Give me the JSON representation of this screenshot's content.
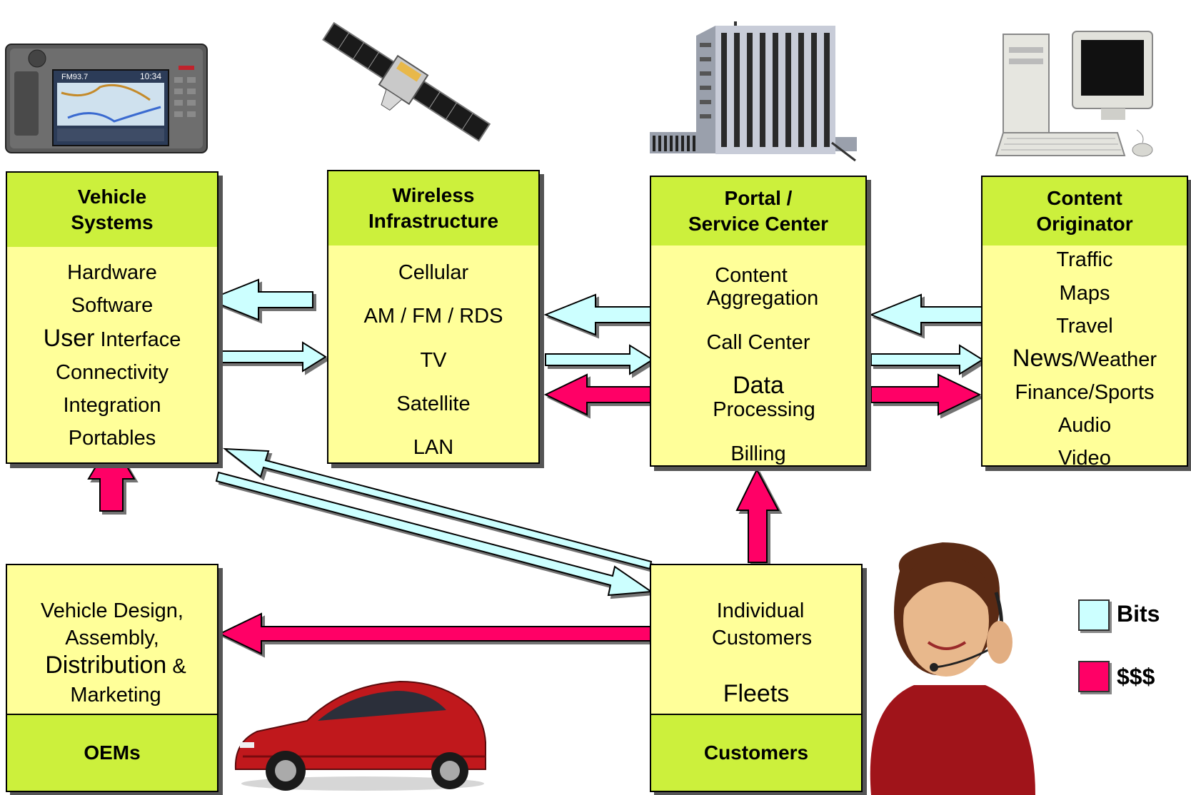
{
  "colors": {
    "bits": "#ccffff",
    "money": "#ff0066",
    "header": "#ccf03c",
    "body": "#ffff99"
  },
  "boxes": {
    "vehicle": {
      "title_line1": "Vehicle",
      "title_line2": "Systems",
      "items": [
        "Hardware",
        "Software",
        "User",
        "Interface",
        "Connectivity",
        "Integration",
        "Portables"
      ]
    },
    "wireless": {
      "title_line1": "Wireless",
      "title_line2": "Infrastructure",
      "items": [
        "Cellular",
        "AM / FM / RDS",
        "TV",
        "Satellite",
        "LAN"
      ]
    },
    "portal": {
      "title_line1": "Portal /",
      "title_line2": "Service Center",
      "items": [
        "Content",
        "Aggregation",
        "Call Center",
        "Data",
        "Processing",
        "Billing"
      ]
    },
    "content": {
      "title_line1": "Content",
      "title_line2": "Originator",
      "items": [
        "Traffic",
        "Maps",
        "Travel",
        "News",
        "/Weather",
        "Finance/Sports",
        "Audio",
        "Video"
      ]
    },
    "oems": {
      "items": [
        "Vehicle Design,",
        "Assembly,",
        "Distribution",
        " &",
        "Marketing"
      ],
      "footer": "OEMs"
    },
    "customers": {
      "items": [
        "Individual",
        "Customers",
        "Fleets"
      ],
      "footer": "Customers"
    }
  },
  "legend": {
    "bits": "Bits",
    "money": "$$$"
  },
  "icons": [
    "car-radio-navigation-icon",
    "satellite-icon",
    "office-building-icon",
    "desktop-computer-icon",
    "red-car-icon",
    "call-center-agent-icon"
  ]
}
